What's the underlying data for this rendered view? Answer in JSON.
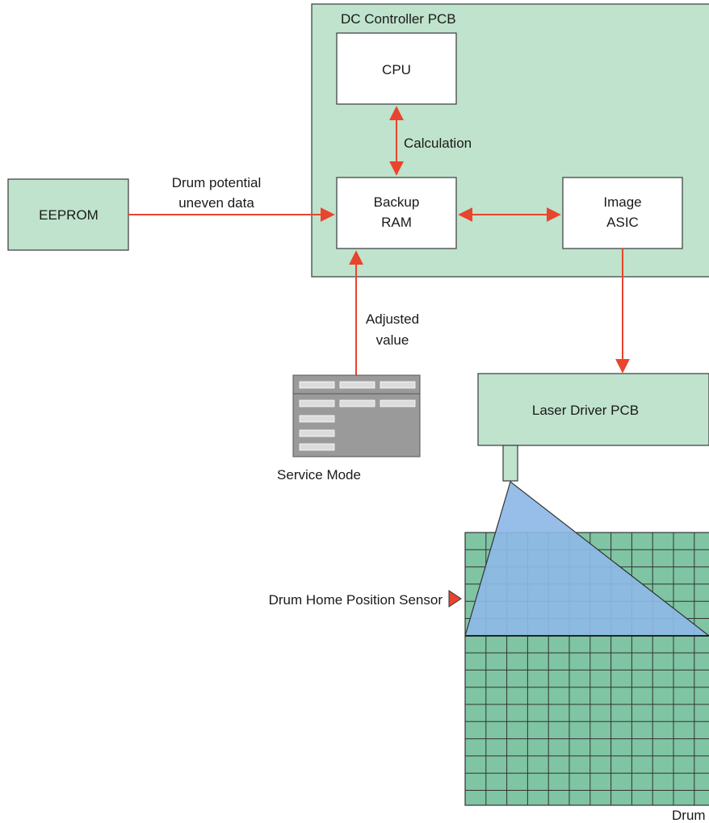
{
  "colors": {
    "pcb_fill": "#bfe3cc",
    "box_fill": "#ffffff",
    "arrow": "#e8442e",
    "drum_fill": "#7fc4a3",
    "beam_fill": "#8db9e6",
    "sensor": "#e8442e",
    "service_panel": "#9a9a9a"
  },
  "dc_controller": {
    "title": "DC Controller PCB",
    "cpu": "CPU",
    "backup_ram": [
      "Backup",
      "RAM"
    ],
    "image_asic": [
      "Image",
      "ASIC"
    ]
  },
  "eeprom": "EEPROM",
  "labels": {
    "drum_potential": [
      "Drum potential",
      "uneven data"
    ],
    "calculation": "Calculation",
    "adjusted_value": [
      "Adjusted",
      "value"
    ]
  },
  "service_mode": "Service Mode",
  "laser_driver": "Laser Driver PCB",
  "drum_home_sensor": "Drum Home Position Sensor",
  "drum": "Drum"
}
